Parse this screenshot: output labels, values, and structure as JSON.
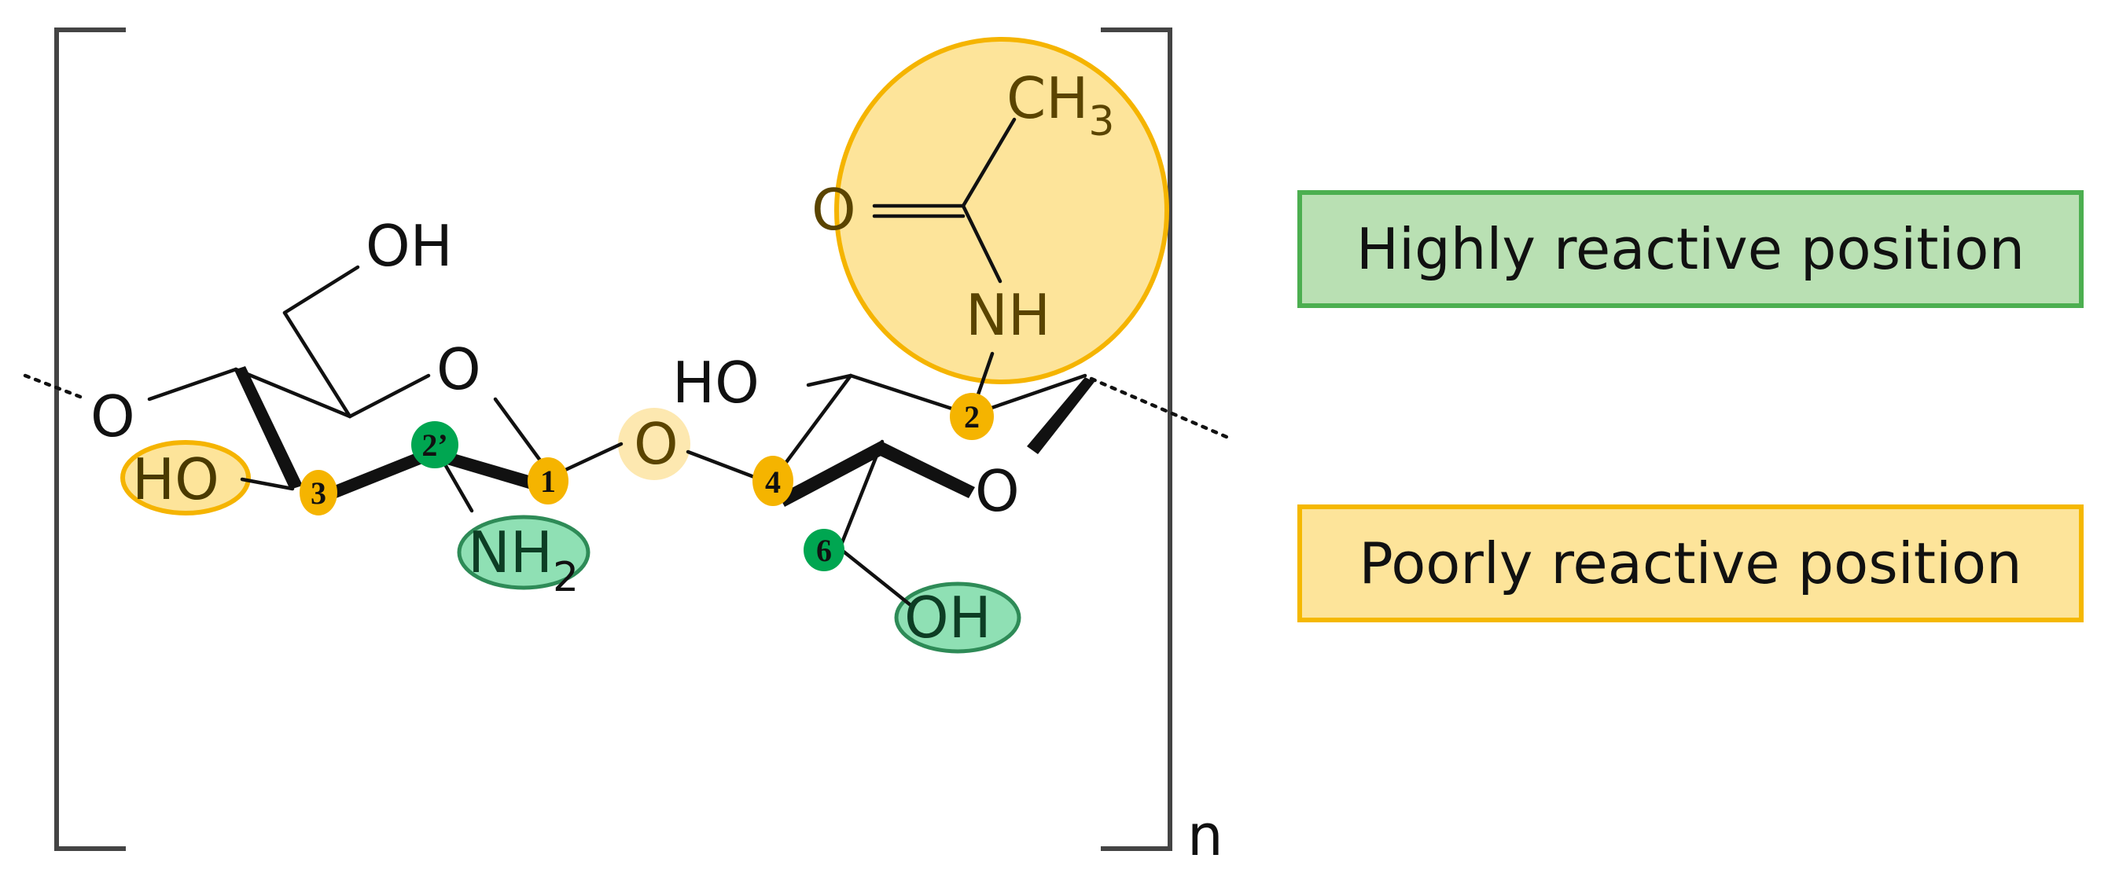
{
  "structure": {
    "atoms": {
      "oh_top": "OH",
      "ring1_o": "O",
      "left_o": "O",
      "ho_left": "HO",
      "nh2_main": "NH",
      "nh2_sub": "2",
      "bridge_o": "O",
      "ho_mid": "HO",
      "ring2_o": "O",
      "oh_bottom": "OH",
      "nh": "NH",
      "carbonyl_o": "O",
      "ch3_main": "CH",
      "ch3_sub": "3"
    },
    "positions": {
      "c3": "3",
      "c2p": "2’",
      "c1": "1",
      "c4": "4",
      "c6": "6",
      "c2": "2"
    },
    "repeat_label": "n"
  },
  "legend": {
    "high": {
      "label": "Highly reactive position",
      "fill": "#b9e0b3",
      "border": "#4caf50"
    },
    "poor": {
      "label": "Poorly reactive position",
      "fill": "#fde49a",
      "border": "#f5b800"
    }
  },
  "colors": {
    "green_marker": "#00a651",
    "yellow_marker": "#f5b400",
    "green_highlight": "#8fe0b4",
    "yellow_highlight": "#fde49a",
    "bond": "#111111",
    "bracket": "#444444"
  }
}
